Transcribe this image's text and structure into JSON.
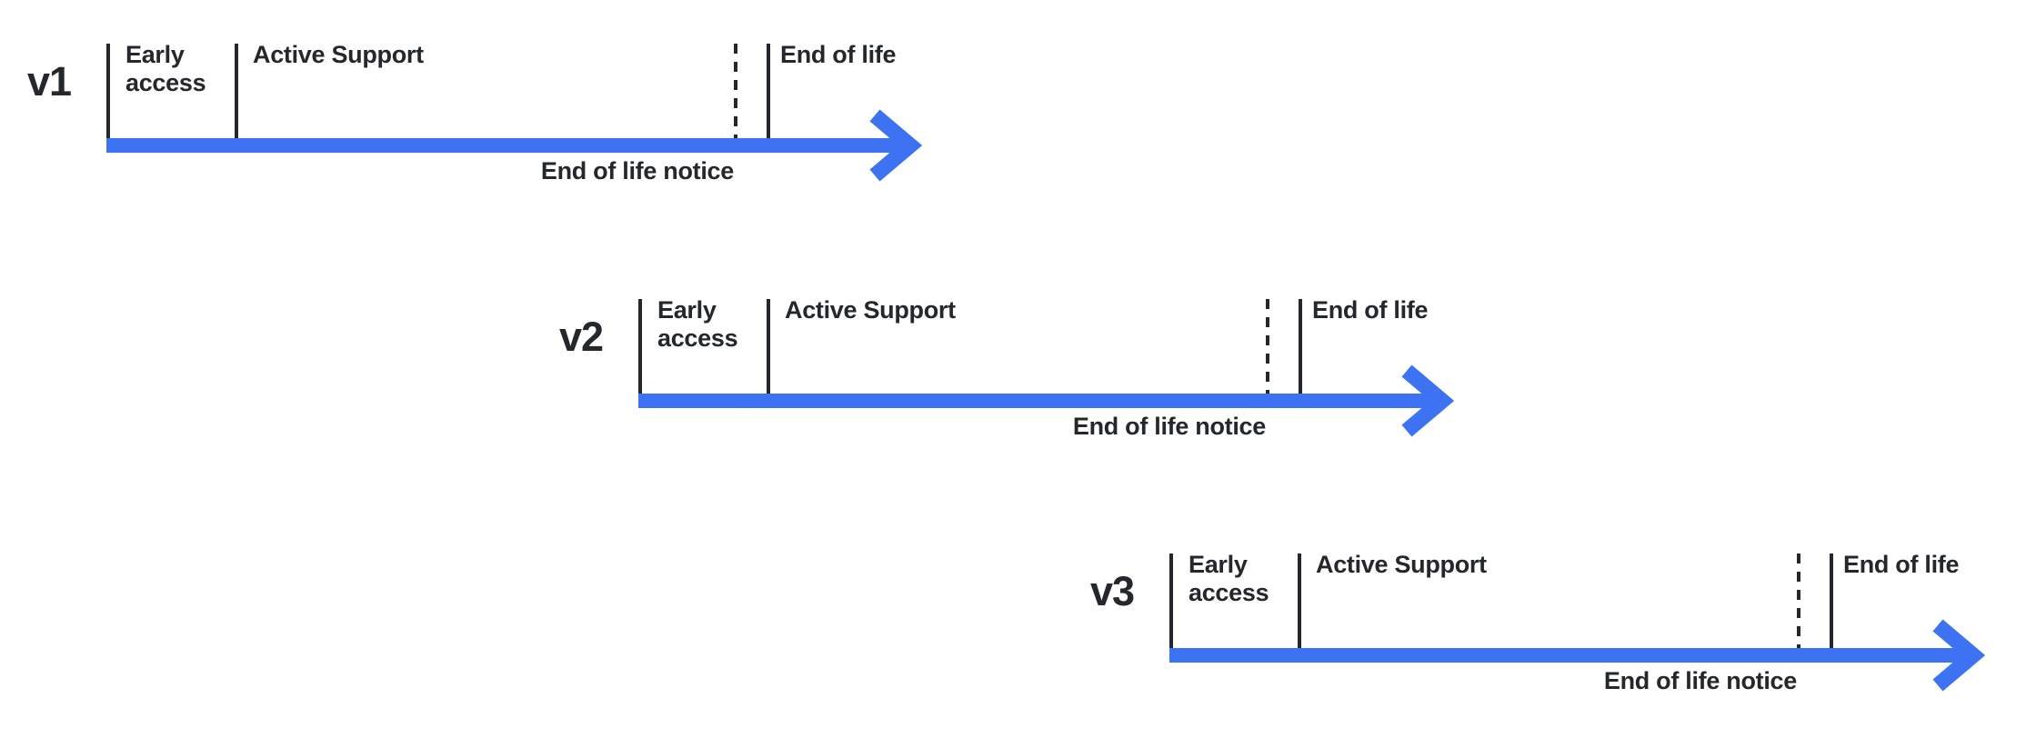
{
  "diagram": {
    "name": "release-lifecycle-timeline",
    "background": "#ffffff",
    "colors": {
      "accent": "#3d72f2",
      "ink": "#24272b"
    },
    "rows": [
      {
        "version": "v1",
        "early_access_label": "Early access",
        "active_support_label": "Active Support",
        "end_of_life_label": "End of life",
        "notice_label": "End of life notice"
      },
      {
        "version": "v2",
        "early_access_label": "Early access",
        "active_support_label": "Active Support",
        "end_of_life_label": "End of life",
        "notice_label": "End of life notice"
      },
      {
        "version": "v3",
        "early_access_label": "Early access",
        "active_support_label": "Active Support",
        "end_of_life_label": "End of life",
        "notice_label": "End of life notice"
      }
    ]
  }
}
